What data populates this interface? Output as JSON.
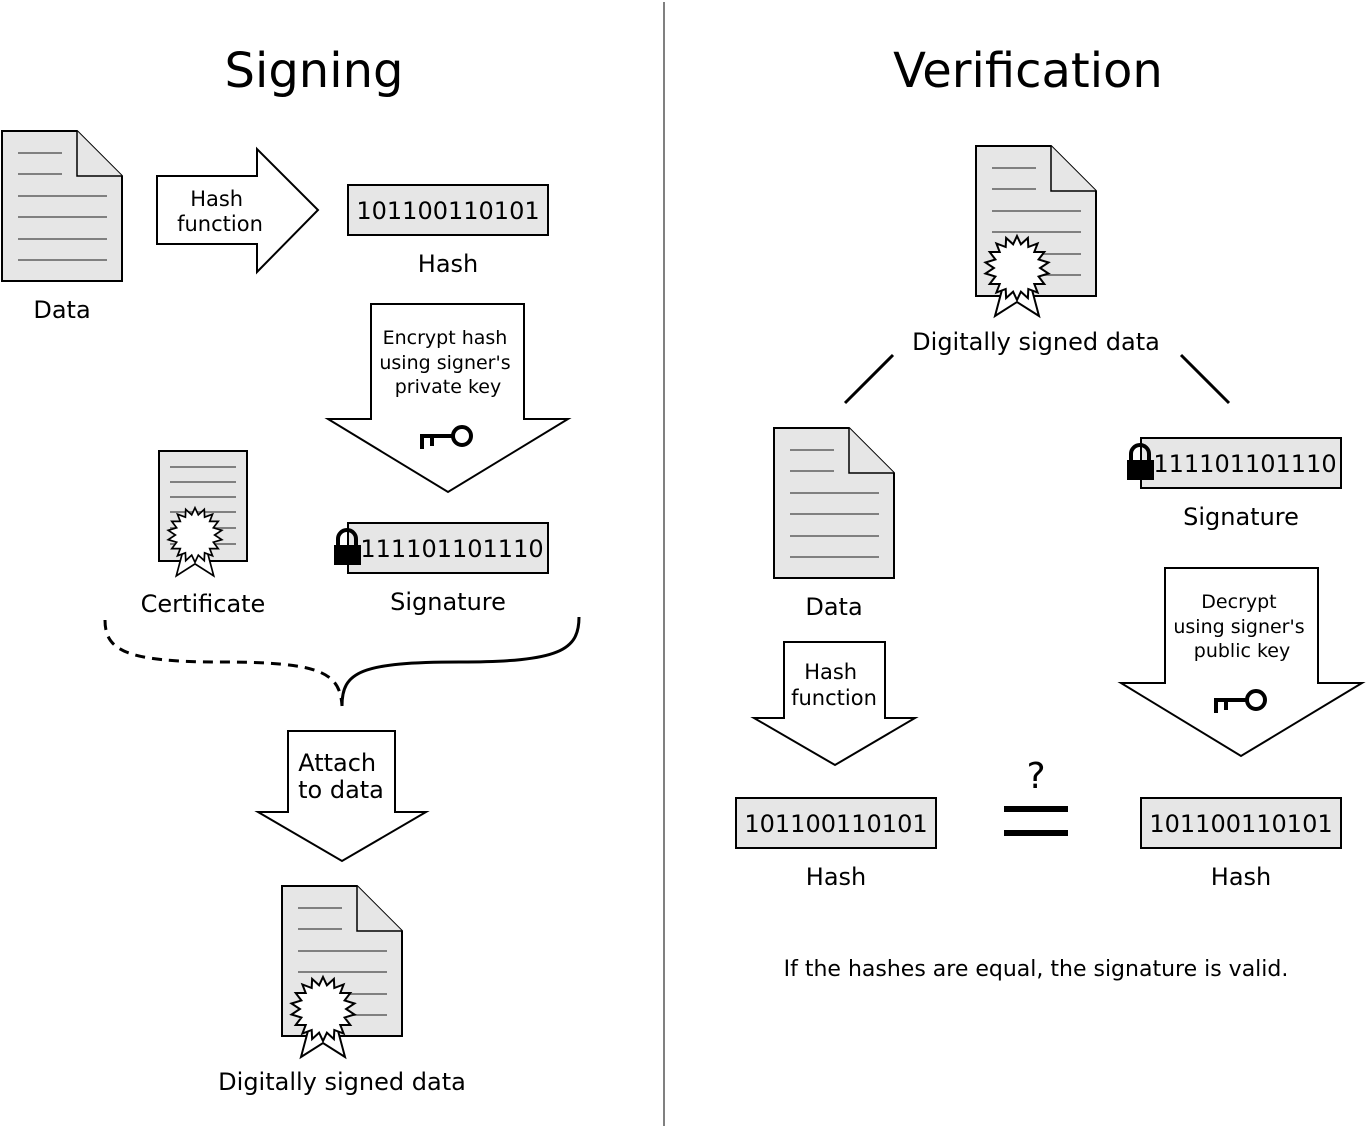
{
  "signing": {
    "title": "Signing",
    "data_label": "Data",
    "hash_arrow": [
      "Hash",
      "function"
    ],
    "hash_value": "101100110101",
    "hash_label": "Hash",
    "encrypt_arrow": [
      "Encrypt hash",
      "using signer's",
      "private key"
    ],
    "certificate_label": "Certificate",
    "signature_value": "111101101110",
    "signature_label": "Signature",
    "attach_arrow": [
      "Attach",
      "to data"
    ],
    "signed_data_label": "Digitally signed data"
  },
  "verification": {
    "title": "Verification",
    "signed_data_label": "Digitally signed data",
    "data_label": "Data",
    "signature_value": "111101101110",
    "signature_label": "Signature",
    "hash_arrow": [
      "Hash",
      "function"
    ],
    "decrypt_arrow": [
      "Decrypt",
      "using signer's",
      "public key"
    ],
    "hash1_value": "101100110101",
    "hash1_label": "Hash",
    "hash2_value": "101100110101",
    "hash2_label": "Hash",
    "question_mark": "?",
    "conclusion": "If the hashes are equal, the signature is valid."
  },
  "colors": {
    "doc_fill": "#e6e6e6",
    "divider": "#808080"
  }
}
